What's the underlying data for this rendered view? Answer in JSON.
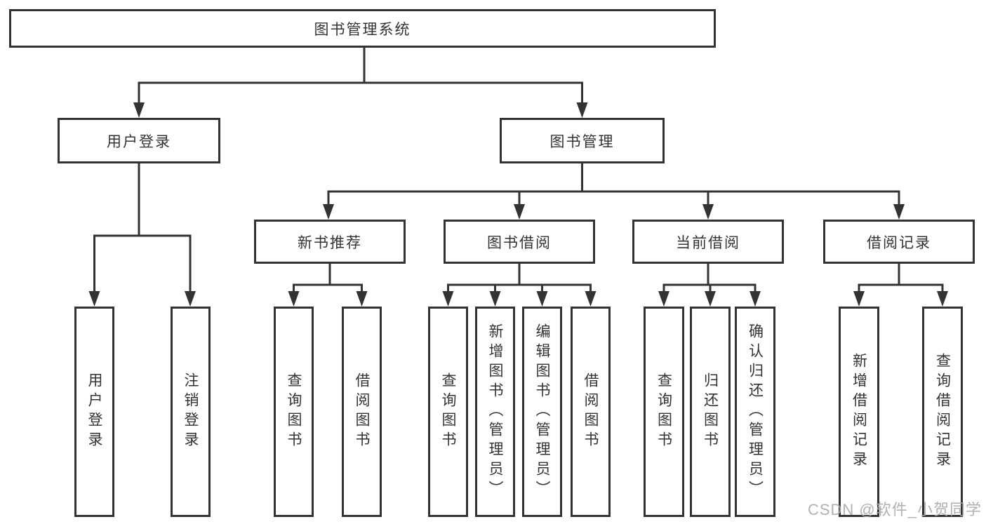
{
  "diagram": {
    "root": {
      "label": "图书管理系统"
    },
    "branches": [
      {
        "label": "用户登录",
        "children": [
          {
            "label": "用户登录"
          },
          {
            "label": "注销登录"
          }
        ]
      },
      {
        "label": "图书管理",
        "children": [
          {
            "label": "新书推荐",
            "children": [
              {
                "label": "查询图书"
              },
              {
                "label": "借阅图书"
              }
            ]
          },
          {
            "label": "图书借阅",
            "children": [
              {
                "label": "查询图书"
              },
              {
                "label": "新增图书（管理员）"
              },
              {
                "label": "编辑图书（管理员）"
              },
              {
                "label": "借阅图书"
              }
            ]
          },
          {
            "label": "当前借阅",
            "children": [
              {
                "label": "查询图书"
              },
              {
                "label": "归还图书"
              },
              {
                "label": "确认归还（管理员）"
              }
            ]
          },
          {
            "label": "借阅记录",
            "children": [
              {
                "label": "新增借阅记录"
              },
              {
                "label": "查询借阅记录"
              }
            ]
          }
        ]
      }
    ]
  },
  "watermark": {
    "text": "CSDN @软件_小贺同学"
  },
  "colors": {
    "line": "#333333",
    "text": "#333333",
    "background": "#ffffff",
    "watermark": "#a8a8a8"
  }
}
